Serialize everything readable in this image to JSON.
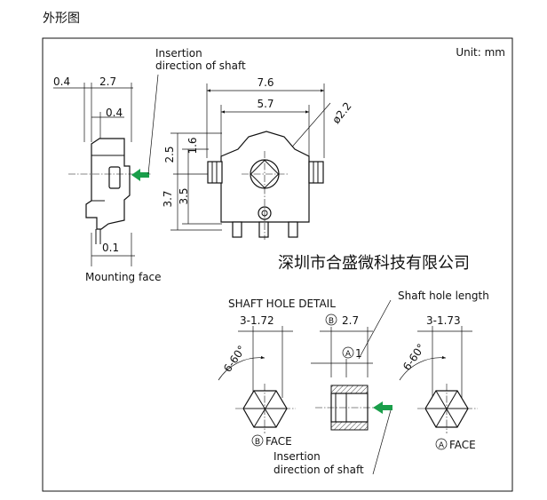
{
  "heading": "外形图",
  "unit": "Unit: mm",
  "insertion_label_top": [
    "Insertion",
    "direction of shaft"
  ],
  "mounting_face": "Mounting face",
  "watermark": "深圳市合盛微科技有限公司",
  "side_dims": {
    "d04_top": "0.4",
    "d27": "2.7",
    "d04_mid": "0.4",
    "d01": "0.1"
  },
  "front_dims": {
    "d76": "7.6",
    "d57": "5.7",
    "d22": "ø2.2",
    "d25": "2.5",
    "d16": "1.6",
    "d37": "3.7",
    "d35": "3.5"
  },
  "shaft_hole": {
    "title": "SHAFT HOLE DETAIL",
    "length_label": "Shaft hole length",
    "b_face": {
      "dim": "3-1.72",
      "angle": "6-60°",
      "label": "FACE",
      "marker": "B"
    },
    "a_face": {
      "dim": "3-1.73",
      "angle": "6-60°",
      "label": "FACE",
      "marker": "A"
    },
    "mid_dim_b": "2.7",
    "mid_dim_a": "1",
    "insertion_label_bottom": [
      "Insertion",
      "direction of shaft"
    ]
  },
  "colors": {
    "arrow": "#1a9e4a",
    "line": "#111111"
  }
}
